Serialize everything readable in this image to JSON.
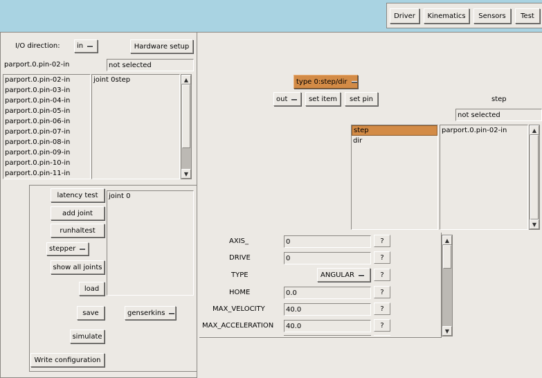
{
  "tabs": [
    "Driver",
    "Kinematics",
    "Sensors",
    "Test"
  ],
  "io": {
    "direction_label": "I/O direction:",
    "direction_value": "in",
    "hardware_setup": "Hardware setup",
    "selected_pin": "parport.0.pin-02-in",
    "selected_value": "not selected",
    "pins": [
      "parport.0.pin-02-in",
      "parport.0.pin-03-in",
      "parport.0.pin-04-in",
      "parport.0.pin-05-in",
      "parport.0.pin-06-in",
      "parport.0.pin-07-in",
      "parport.0.pin-08-in",
      "parport.0.pin-09-in",
      "parport.0.pin-10-in",
      "parport.0.pin-11-in"
    ],
    "assigned": [
      "joint 0step"
    ]
  },
  "controls": {
    "latency_test": "latency test",
    "add_joint": "add joint",
    "runhaltest": "runhaltest",
    "stepper": "stepper",
    "show_all_joints": "show all joints",
    "load": "load",
    "save": "save",
    "genserkins": "genserkins",
    "simulate": "simulate",
    "write_configuration": "Write configuration",
    "joints": [
      "joint 0"
    ]
  },
  "driver": {
    "type": "type 0:step/dir",
    "out": "out",
    "set_item": "set item",
    "set_pin": "set pin",
    "step_label": "step",
    "not_selected": "not selected",
    "signals": [
      "step",
      "dir"
    ],
    "signal_pins": [
      "parport.0.pin-02-in"
    ]
  },
  "params": {
    "axis_label": "AXIS_",
    "axis_value": "0",
    "drive_label": "DRIVE",
    "drive_value": "0",
    "type_label": "TYPE",
    "type_value": "ANGULAR",
    "home_label": "HOME",
    "home_value": "0.0",
    "maxvel_label": "MAX_VELOCITY",
    "maxvel_value": "40.0",
    "maxacc_label": "MAX_ACCELERATION",
    "maxacc_value": "40.0",
    "help": "?"
  },
  "colors": {
    "desktop": "#a9d3e2",
    "panel": "#ece9e4",
    "selection": "#d38b46"
  },
  "icons": {
    "scroll_up": "▲",
    "scroll_down": "▼",
    "menu": "option-menu-indicator"
  }
}
